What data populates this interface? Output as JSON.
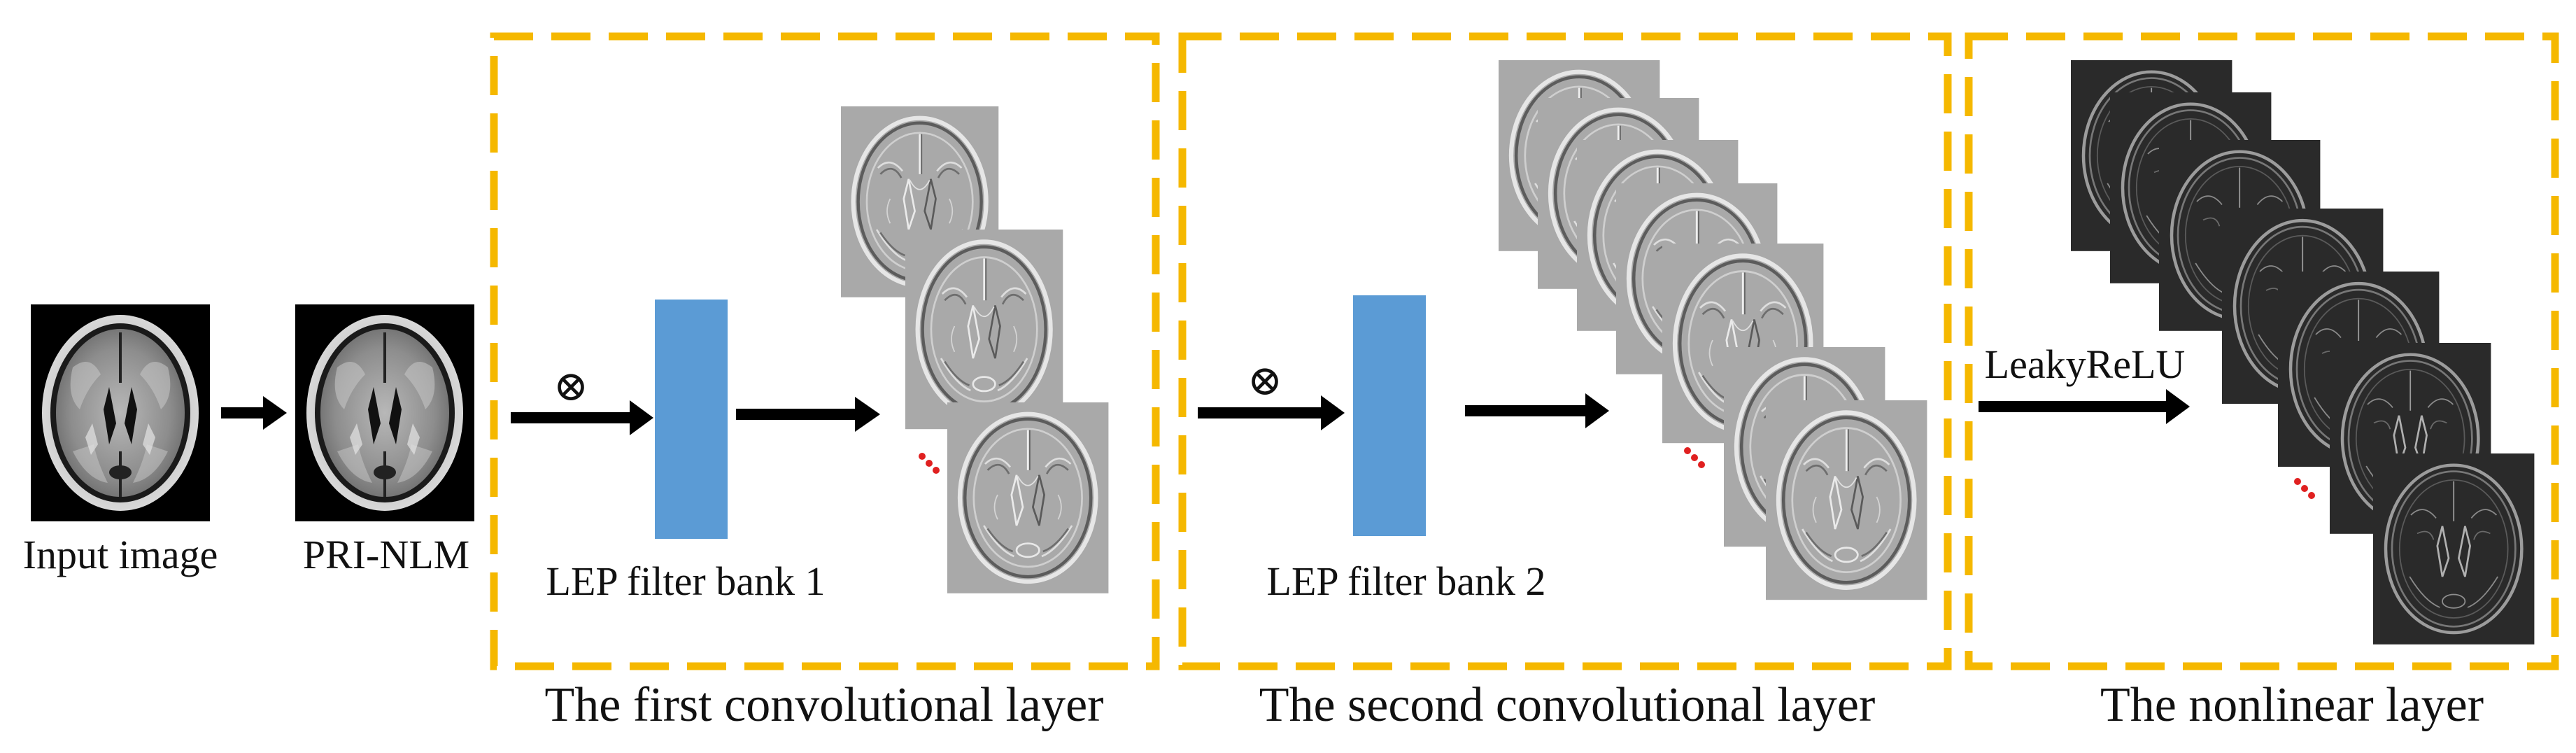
{
  "colors": {
    "dashed_border": "#F5B800",
    "filter_bank": "#5B9BD5",
    "arrow": "#000000",
    "ellipsis_dots": "#E02020",
    "text": "#111111"
  },
  "input": {
    "label": "Input image"
  },
  "preprocess": {
    "label": "PRI-NLM"
  },
  "stages": [
    {
      "title": "The first  convolutional layer",
      "operator_symbol": "⊗",
      "filter_bank_label": "LEP filter bank 1",
      "output_map_count": 3
    },
    {
      "title": "The second  convolutional layer",
      "operator_symbol": "⊗",
      "filter_bank_label": "LEP filter bank 2",
      "output_map_count": 7
    },
    {
      "title": "The nonlinear layer",
      "activation_label": "LeakyReLU",
      "output_map_count": 7
    }
  ],
  "icons": {
    "operator": "circled-times-icon",
    "ellipsis": "ellipsis-dots-icon",
    "brain_slice": "mri-brain-slice-icon"
  }
}
